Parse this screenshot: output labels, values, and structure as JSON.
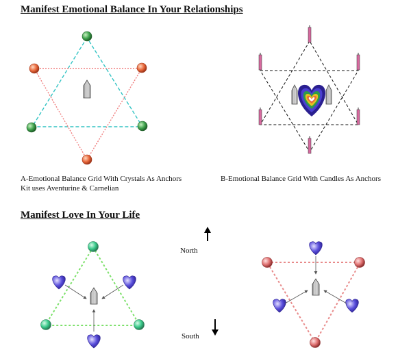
{
  "headings": {
    "section1": "Manifest Emotional Balance In Your Relationships",
    "section2": "Manifest Love In Your Life"
  },
  "captions": {
    "grid_a_line1": "A-Emotional Balance Grid With Crystals As Anchors",
    "grid_a_line2": "Kit uses Aventurine & Carnelian",
    "grid_b": "B-Emotional Balance Grid With Candles As Anchors"
  },
  "directions": {
    "north": "North",
    "south": "South"
  },
  "colors": {
    "aventurine": "#3fa34d",
    "carnelian": "#e8673a",
    "teal_line": "#33c4c4",
    "salmon_line": "#f08080",
    "candle": "#d86aa0",
    "love_green": "#7ce06a",
    "love_red": "#e88a8a",
    "blue_heart": "#4a3fd0"
  }
}
